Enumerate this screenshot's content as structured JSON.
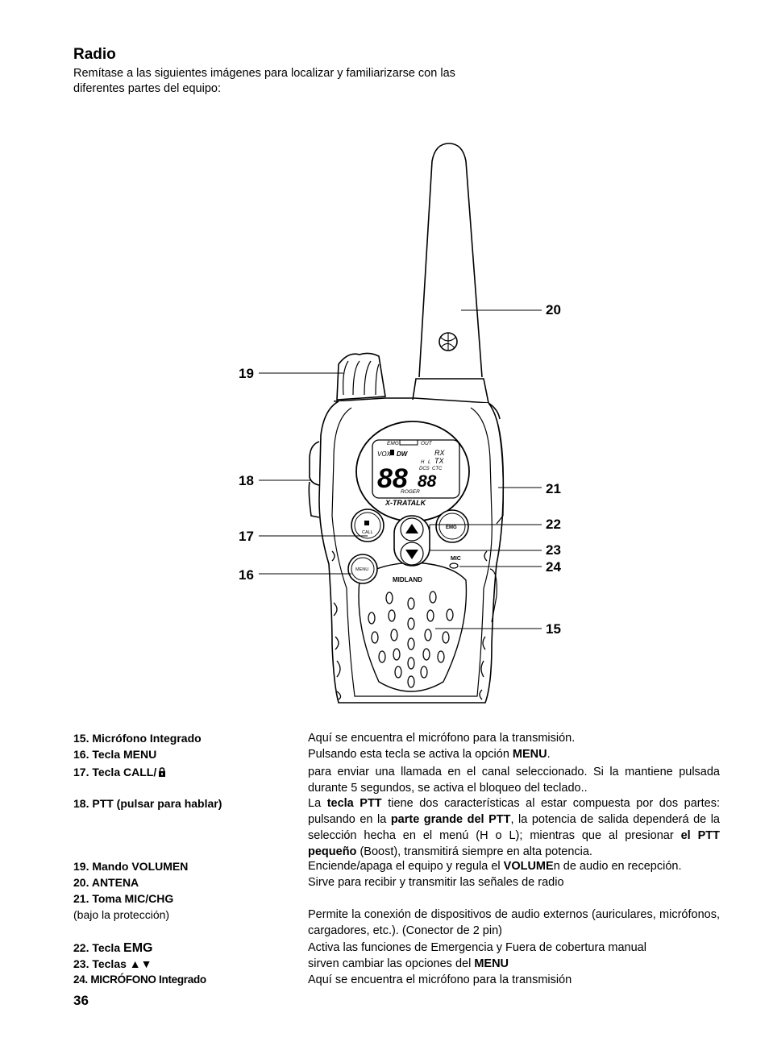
{
  "title": "Radio",
  "intro": "Remítase a las siguientes imágenes para localizar y familiarizarse con las diferentes partes del equipo:",
  "callouts": {
    "c20": "20",
    "c19": "19",
    "c18": "18",
    "c21": "21",
    "c17": "17",
    "c22": "22",
    "c23": "23",
    "c24": "24",
    "c16": "16",
    "c15": "15"
  },
  "device_labels": {
    "emg": "EMG",
    "out": "OUT",
    "vox": "VOX",
    "dw": "DW",
    "rx": "RX",
    "tx": "TX",
    "h": "H",
    "l": "L",
    "dcs": "DCS",
    "ctc": "CTC",
    "digits_big": "88",
    "digits_small": "88",
    "roger": "ROGER",
    "brand": "X-TRATALK",
    "call_btn": "CALL",
    "emg_btn": "EMG",
    "menu_btn": "MENU",
    "mic": "MIC",
    "maker": "MIDLAND"
  },
  "items": [
    {
      "label": "15. Micrófono Integrado",
      "desc": "Aquí se encuentra el micrófono para la transmisión."
    },
    {
      "label": "16. Tecla MENU",
      "desc_a": "Pulsando esta tecla se activa la opción ",
      "desc_b": "MENU",
      "desc_c": "."
    },
    {
      "label": "17. Tecla CALL/",
      "desc": "para enviar una llamada en el canal seleccionado. Si la mantiene pulsada durante 5 segundos, se activa el bloqueo del teclado.."
    },
    {
      "label": "18. PTT (pulsar para hablar)",
      "d1": "La ",
      "d2": "tecla PTT",
      "d3": " tiene dos características al estar compuesta por dos partes: pulsando en la ",
      "d4": "parte grande del PTT",
      "d5": ", la potencia de salida dependerá de la selección hecha en el menú (H o L); mientras que al presionar ",
      "d6": "el PTT pequeño",
      "d7": " (Boost), transmitirá siempre en alta potencia."
    },
    {
      "label": "19. Mando VOLUMEN",
      "desc_a": "Enciende/apaga el equipo y regula el ",
      "desc_b": "VOLUME",
      "desc_c": "n de audio en recepción."
    },
    {
      "label": "20. ANTENA",
      "desc": "Sirve para recibir y transmitir las señales de radio"
    },
    {
      "label": "21. Toma MIC/CHG",
      "sub": "(bajo la protección)",
      "desc": "Permite la conexión de dispositivos de audio externos (auriculares, micrófonos, cargadores, etc.). (Conector de 2 pin)"
    },
    {
      "label_a": "22. Tecla ",
      "label_b": "EMG",
      "desc": "Activa las funciones de Emergencia y Fuera de cobertura manual"
    },
    {
      "label": "23. Teclas ▲▼",
      "desc_a": "sirven cambiar las opciones del ",
      "desc_b": "MENU"
    },
    {
      "label": "24. MICRÓFONO Integrado",
      "desc": "Aquí se encuentra el micrófono para la transmisión"
    }
  ],
  "page_number": "36"
}
